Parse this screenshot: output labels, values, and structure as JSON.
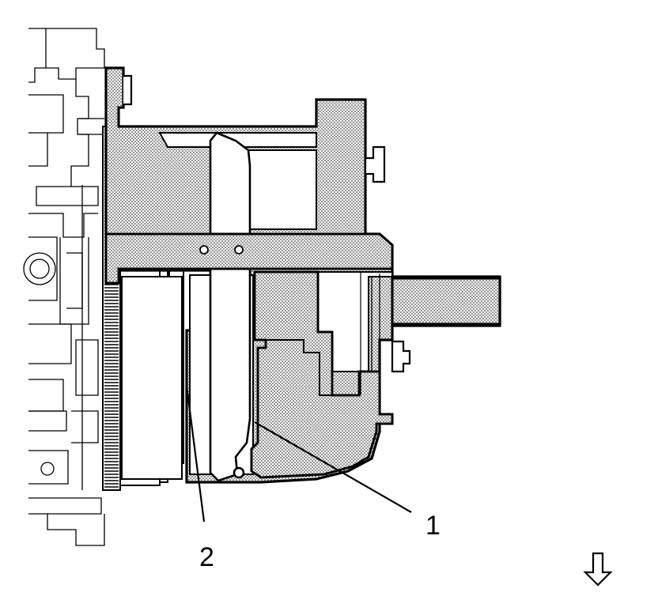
{
  "diagram": {
    "callouts": [
      {
        "id": "1",
        "label": "1"
      },
      {
        "id": "2",
        "label": "2"
      }
    ],
    "direction_indicator": {
      "icon": "down-arrow-icon"
    },
    "colors": {
      "line": "#000000",
      "background": "#ffffff",
      "stipple": "#000000"
    }
  }
}
